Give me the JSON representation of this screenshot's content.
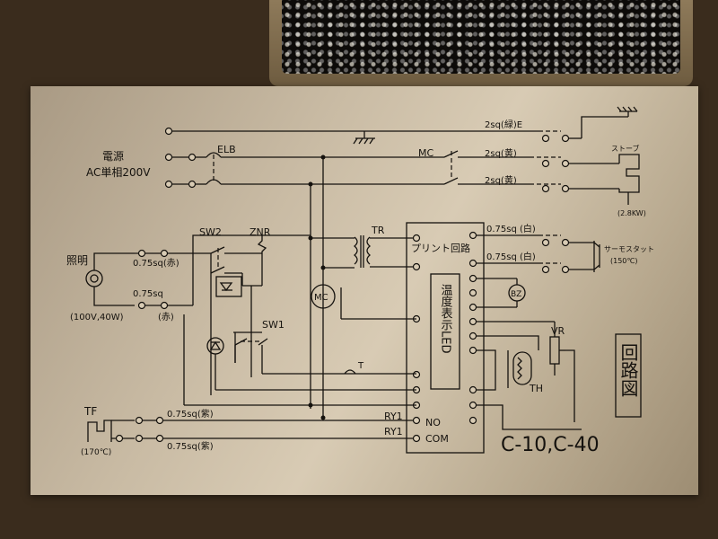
{
  "labels": {
    "power_line1": "電源",
    "power_line2": "AC単相200V",
    "elb": "ELB",
    "mc": "MC",
    "wire_e": "2sq(緑)E",
    "wire_y1": "2sq(黄)",
    "wire_y2": "2sq(黄)",
    "stove": "ストーブ",
    "stove_kw": "(2.8KW)",
    "sw2": "SW2",
    "znr": "ZNR",
    "tr": "TR",
    "print_circuit": "プリント回路",
    "lighting": "照明",
    "wire_red1": "0.75sq(赤)",
    "wire_red2a": "0.75sq",
    "wire_red2b": "(赤)",
    "lamp_spec": "(100V,40W)",
    "mc_coil": "MC",
    "sw1": "SW1",
    "t_label": "T",
    "temp_led": "温度表示LED",
    "wire_white1": "0.75sq  (白)",
    "wire_white2": "0.75sq  (白)",
    "thermostat": "サーモスタット",
    "thermostat_temp": "(150℃)",
    "bz": "BZ",
    "vr": "VR",
    "th": "TH",
    "title_vertical": "回路図",
    "tf": "TF",
    "tf_temp": "(170℃)",
    "wire_purple1": "0.75sq(紫)",
    "wire_purple2": "0.75sq(紫)",
    "ry1_a": "RY1",
    "ry1_b": "RY1",
    "no": "NO",
    "com": "COM",
    "model": "C-10,C-40"
  }
}
